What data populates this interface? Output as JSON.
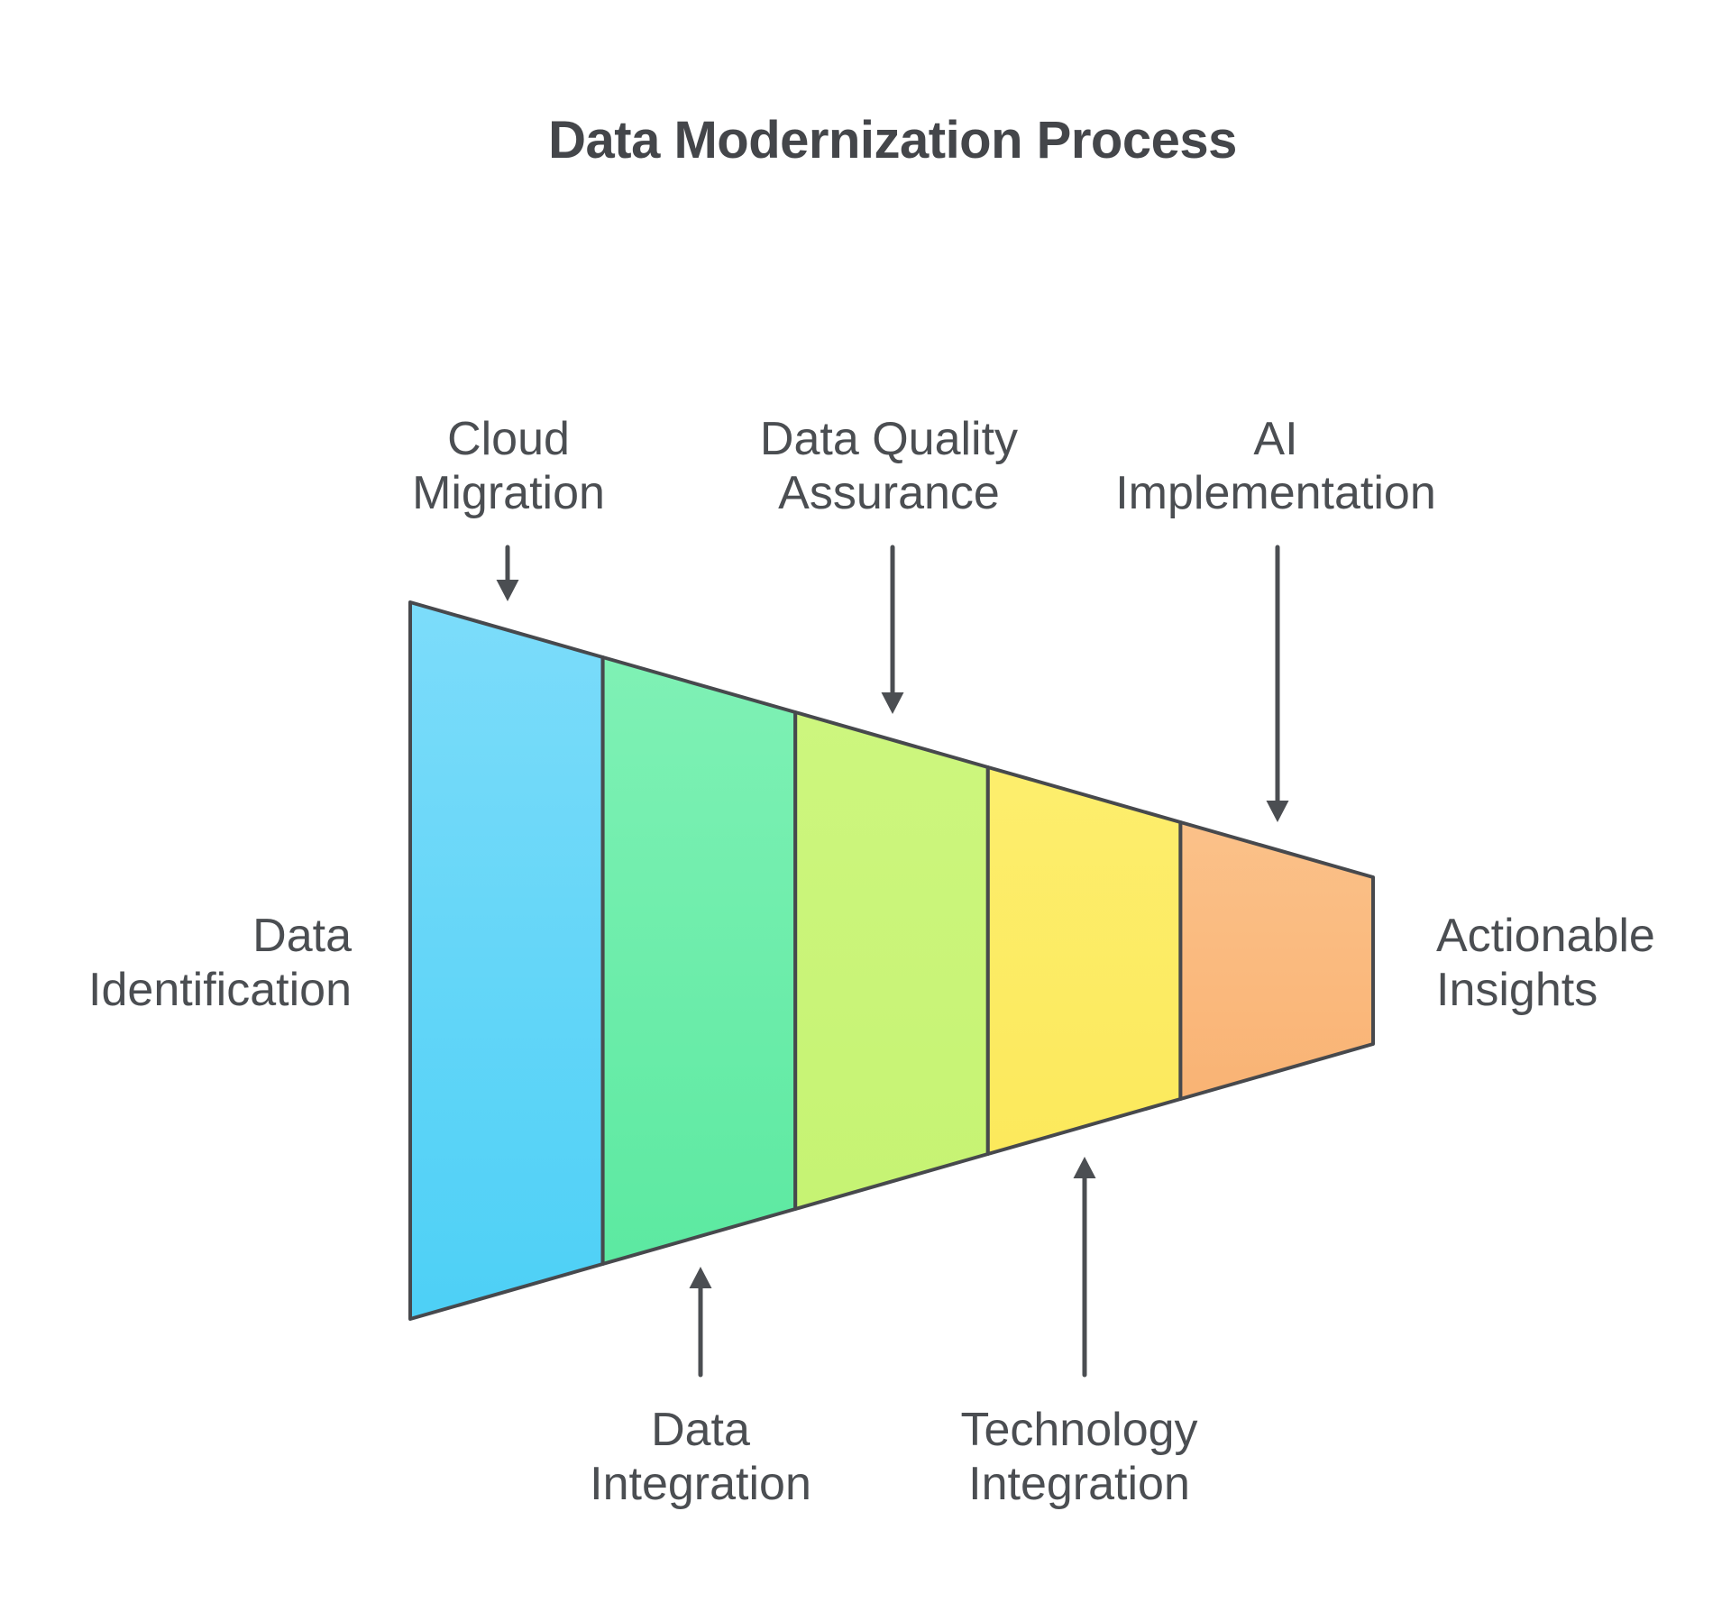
{
  "title": "Data Modernization Process",
  "diagram": {
    "type": "horizontal-funnel",
    "direction": "left-to-right",
    "input_label": {
      "name": "Data Identification",
      "lines": [
        "Data",
        "Identification"
      ]
    },
    "output_label": {
      "name": "Actionable Insights",
      "lines": [
        "Actionable",
        "Insights"
      ]
    },
    "stages": [
      {
        "name": "Cloud Migration",
        "lines": [
          "Cloud",
          "Migration"
        ],
        "label_position": "top",
        "fill_top": "#7cdcfa",
        "fill_bottom": "#4dd0f6"
      },
      {
        "name": "Data Integration",
        "lines": [
          "Data",
          "Integration"
        ],
        "label_position": "bottom",
        "fill_top": "#7ff1b5",
        "fill_bottom": "#5ce9a1"
      },
      {
        "name": "Data Quality Assurance",
        "lines": [
          "Data Quality",
          "Assurance"
        ],
        "label_position": "top",
        "fill_top": "#cdf67e",
        "fill_bottom": "#c6f373"
      },
      {
        "name": "Technology Integration",
        "lines": [
          "Technology",
          "Integration"
        ],
        "label_position": "bottom",
        "fill_top": "#fdee6d",
        "fill_bottom": "#fce95c"
      },
      {
        "name": "AI Implementation",
        "lines": [
          "AI",
          "Implementation"
        ],
        "label_position": "top",
        "fill_top": "#fbc189",
        "fill_bottom": "#f9b374"
      }
    ],
    "colors": {
      "outline": "#47494d",
      "arrow": "#4b4e52",
      "text": "#4b4e52",
      "title": "#44464a",
      "background": "#ffffff"
    }
  }
}
